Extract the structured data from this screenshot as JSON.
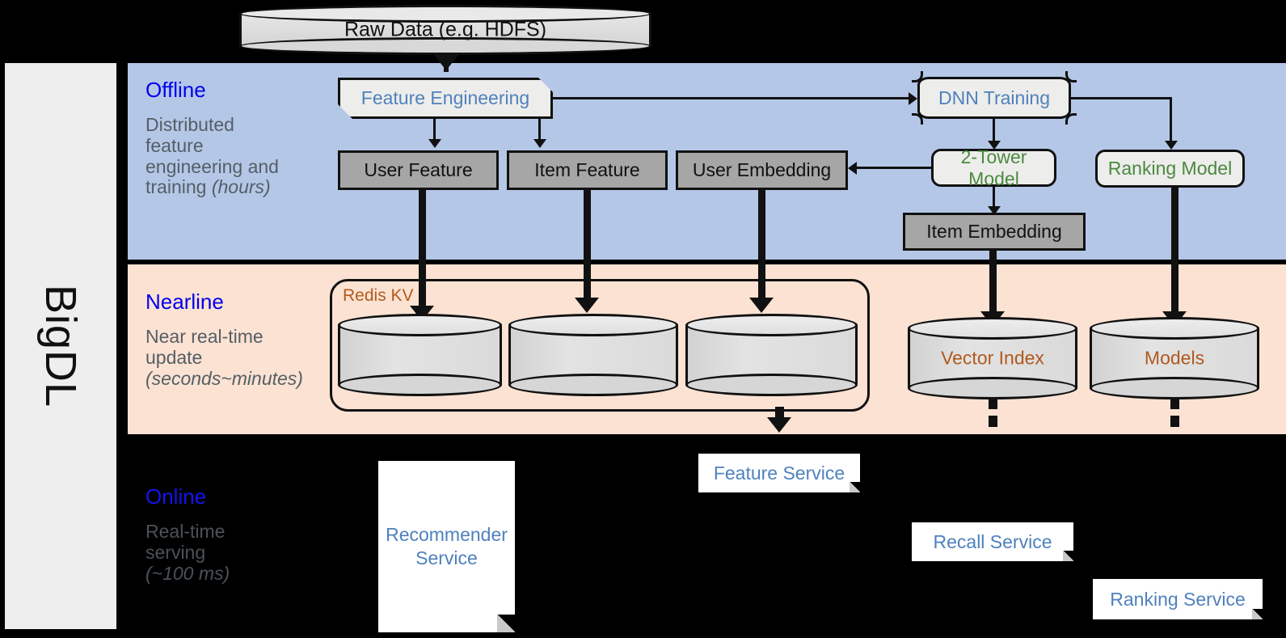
{
  "rail": {
    "label": "BigDL"
  },
  "source": {
    "label": "Raw Data (e.g. HDFS)"
  },
  "bands": {
    "offline": {
      "title": "Offline",
      "subtitle_line1": "Distributed",
      "subtitle_line2": "feature",
      "subtitle_line3": "engineering and",
      "subtitle_line4": "training ",
      "subtitle_em": "(hours)"
    },
    "nearline": {
      "title": "Nearline",
      "subtitle_line1": "Near real-time",
      "subtitle_line2": "update",
      "subtitle_em": "(seconds~minutes)"
    },
    "online": {
      "title": "Online",
      "subtitle_line1": "Real-time",
      "subtitle_line2": "serving",
      "subtitle_em": "(~100 ms)"
    }
  },
  "offline_nodes": {
    "feature_engineering": "Feature Engineering",
    "dnn_training": "DNN Training",
    "user_feature": "User Feature",
    "item_feature": "Item Feature",
    "user_embedding": "User Embedding",
    "two_tower_model": "2-Tower Model",
    "ranking_model": "Ranking Model",
    "item_embedding": "Item Embedding"
  },
  "nearline_nodes": {
    "redis_kv": "Redis KV",
    "store_user_feature": "",
    "store_item_feature": "",
    "store_user_embedding": "",
    "vector_index": "Vector Index",
    "models": "Models"
  },
  "online_nodes": {
    "recommender_service": "Recommender\nService",
    "feature_service": "Feature Service",
    "recall_service": "Recall Service",
    "ranking_service": "Ranking Service"
  },
  "colors": {
    "offline_band": "#b4c7e7",
    "nearline_band": "#fbe2d2",
    "online_band": "#000000",
    "rail": "#eeeeee",
    "title_blue": "#0000ee",
    "node_blue": "#4f81bd",
    "node_green": "#4b8a3f",
    "node_brown": "#b05a1e",
    "gray_box": "#a6a6a6",
    "subtitle_gray": "#555f66"
  }
}
